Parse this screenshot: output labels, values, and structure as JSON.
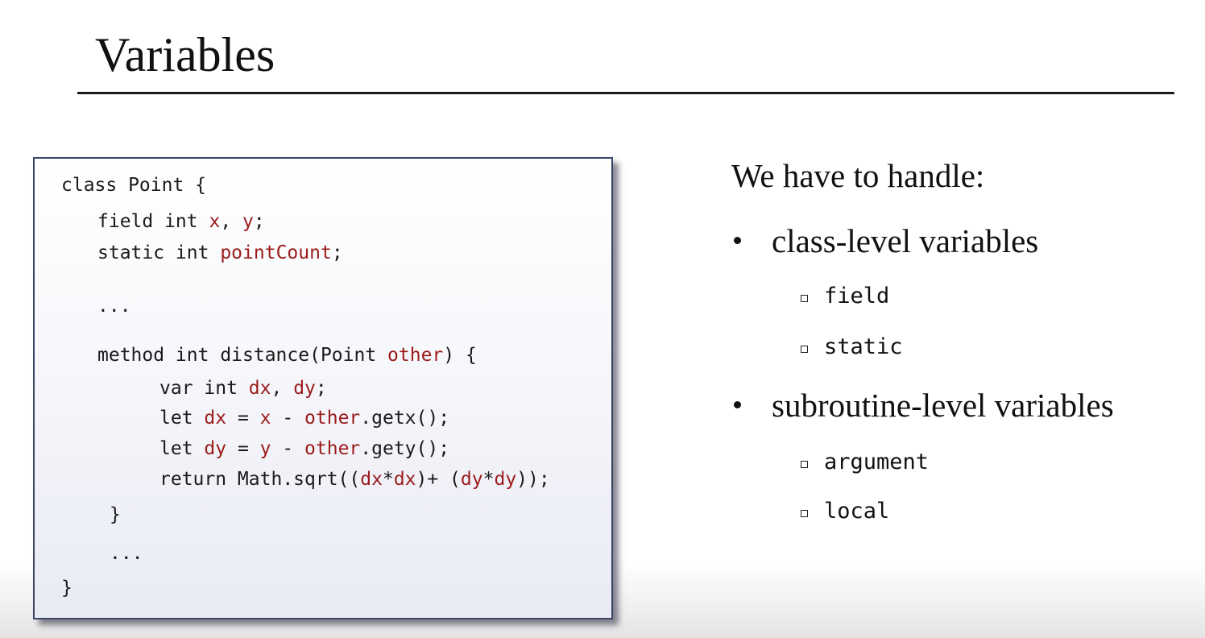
{
  "slide": {
    "title": "Variables"
  },
  "code": {
    "lines": [
      [
        {
          "t": "class Point {"
        }
      ],
      [
        {
          "t": "field int "
        },
        {
          "t": "x",
          "v": true
        },
        {
          "t": ", "
        },
        {
          "t": "y",
          "v": true
        },
        {
          "t": ";"
        }
      ],
      [
        {
          "t": "static int "
        },
        {
          "t": "pointCount",
          "v": true
        },
        {
          "t": ";"
        }
      ],
      [
        {
          "t": "..."
        }
      ],
      [
        {
          "t": "method int distance(Point "
        },
        {
          "t": "other",
          "v": true
        },
        {
          "t": ") {"
        }
      ],
      [
        {
          "t": "var int "
        },
        {
          "t": "dx",
          "v": true
        },
        {
          "t": ", "
        },
        {
          "t": "dy",
          "v": true
        },
        {
          "t": ";"
        }
      ],
      [
        {
          "t": "let "
        },
        {
          "t": "dx",
          "v": true
        },
        {
          "t": " = "
        },
        {
          "t": "x",
          "v": true
        },
        {
          "t": " - "
        },
        {
          "t": "other",
          "v": true
        },
        {
          "t": ".getx();"
        }
      ],
      [
        {
          "t": "let "
        },
        {
          "t": "dy",
          "v": true
        },
        {
          "t": " = "
        },
        {
          "t": "y",
          "v": true
        },
        {
          "t": " - "
        },
        {
          "t": "other",
          "v": true
        },
        {
          "t": ".gety();"
        }
      ],
      [
        {
          "t": "return Math.sqrt(("
        },
        {
          "t": "dx",
          "v": true
        },
        {
          "t": "*"
        },
        {
          "t": "dx",
          "v": true
        },
        {
          "t": ")+ ("
        },
        {
          "t": "dy",
          "v": true
        },
        {
          "t": "*"
        },
        {
          "t": "dy",
          "v": true
        },
        {
          "t": "));"
        }
      ],
      [
        {
          "t": "}"
        }
      ],
      [
        {
          "t": "..."
        }
      ],
      [
        {
          "t": "}"
        }
      ]
    ],
    "highlight_color": "#9b1b1b",
    "text_color": "#1a1a1a"
  },
  "right_panel": {
    "heading": "We have to handle:",
    "bullets": [
      {
        "label": "class-level variables",
        "items": [
          "field",
          "static"
        ]
      },
      {
        "label": "subroutine-level variables",
        "items": [
          "argument",
          "local"
        ]
      }
    ]
  }
}
